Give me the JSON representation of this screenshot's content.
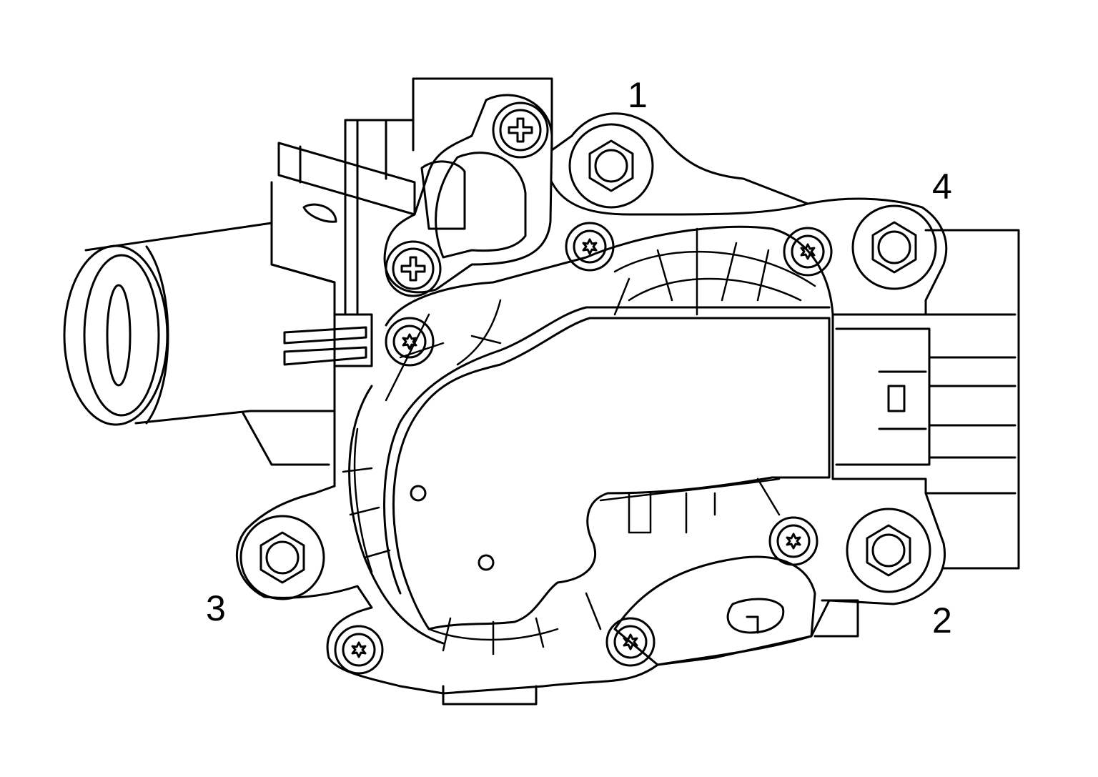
{
  "callouts": {
    "one": "1",
    "two": "2",
    "three": "3",
    "four": "4"
  },
  "colors": {
    "line": "#000000",
    "background": "#ffffff"
  },
  "icons": {
    "fastener_phillips": "phillips-screw-icon",
    "fastener_torx": "torx-screw-icon",
    "fastener_hex": "hex-bolt-icon"
  }
}
